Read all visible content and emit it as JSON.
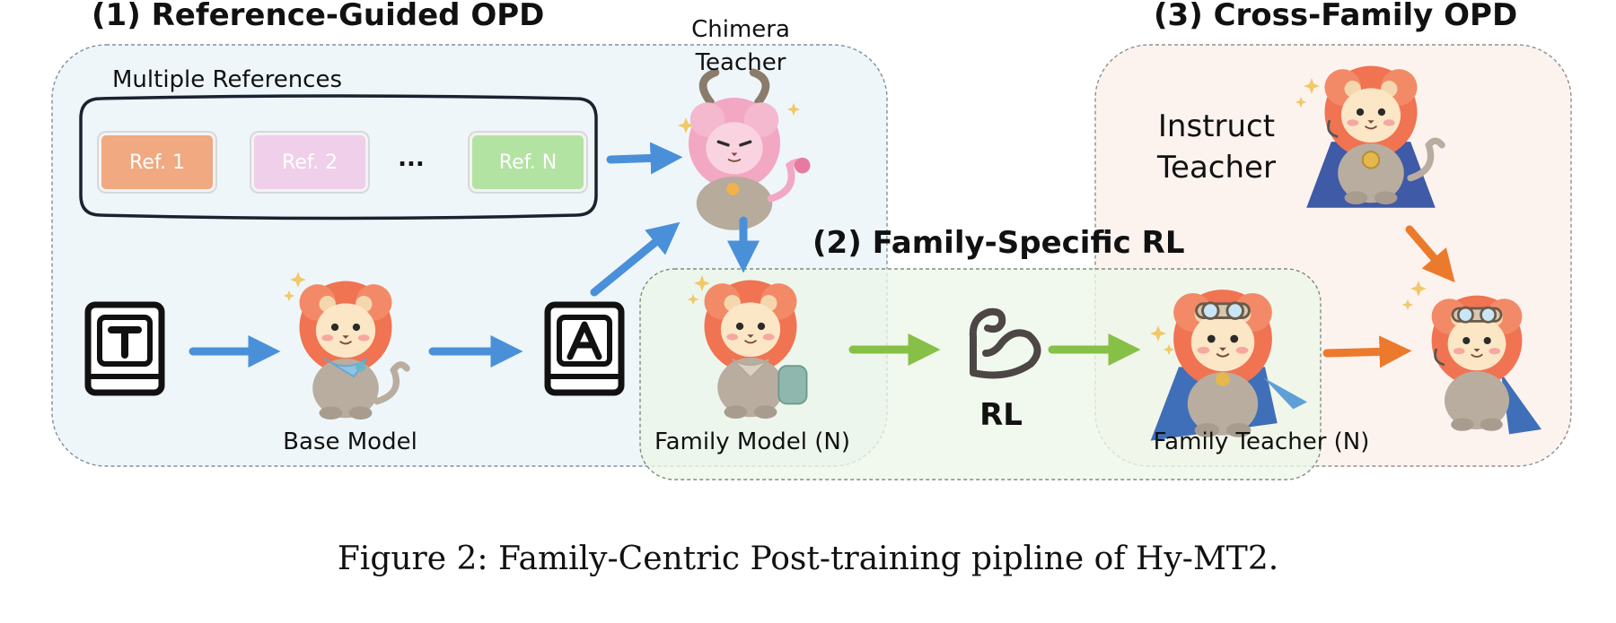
{
  "sections": {
    "ref_guided": "(1) Reference-Guided OPD",
    "family_rl": "(2) Family-Specific RL",
    "cross_family": "(3) Cross-Family OPD"
  },
  "labels": {
    "multiple_refs": "Multiple References",
    "chimera_line1": "Chimera",
    "chimera_line2": "Teacher",
    "base_model": "Base Model",
    "family_model": "Family Model (N)",
    "rl": "RL",
    "family_teacher": "Family Teacher (N)",
    "instruct_line1": "Instruct",
    "instruct_line2": "Teacher",
    "ellipsis": "..."
  },
  "refs": [
    {
      "label": "Ref. 1",
      "color": "#f0a981"
    },
    {
      "label": "Ref. 2",
      "color": "#efcfea"
    },
    {
      "label": "Ref. N",
      "color": "#b3e3a2"
    }
  ],
  "colors": {
    "blue_arrow": "#4a90d9",
    "green_arrow": "#86c046",
    "orange_arrow": "#ec7a2c",
    "panel1_bg": "#eef6fa",
    "panel2_bg": "#edf6e8",
    "panel3_bg": "#fcf3ef"
  },
  "icons": {
    "source_book": "book-t-icon",
    "target_book": "book-a-icon",
    "rl": "muscle-arm-icon"
  },
  "caption": "Figure 2: Family-Centric Post-training pipline of Hy-MT2."
}
